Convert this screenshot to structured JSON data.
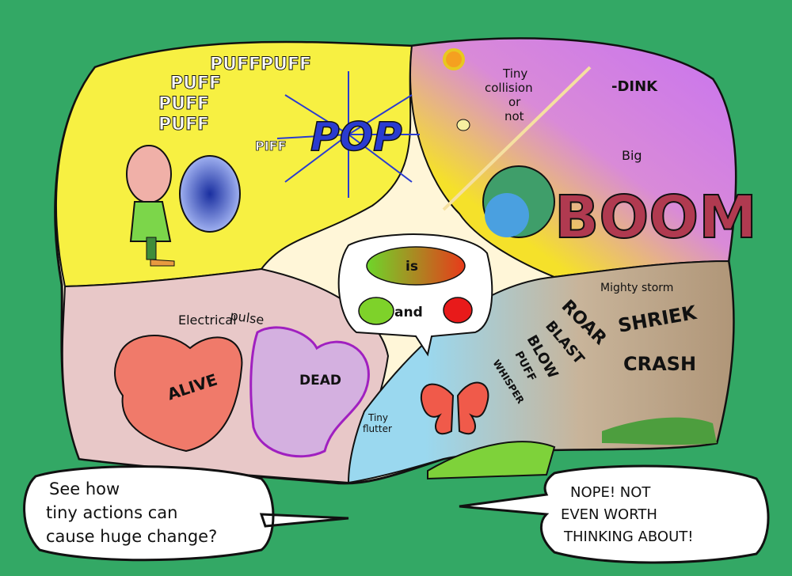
{
  "balloon": {
    "puff_top": "PUFFPUFF",
    "puffs": [
      "PUFF",
      "PUFF",
      "PUFF"
    ],
    "piff": "PIFF",
    "pop": "POP"
  },
  "space": {
    "collision_label": [
      "Tiny",
      "collision",
      "or",
      "not"
    ],
    "dink": "-DINK",
    "big": "Big",
    "boom": "BOOM"
  },
  "center": {
    "is": "is",
    "and": "and"
  },
  "life": {
    "pulse_label": [
      "Electrical",
      "pulse"
    ],
    "alive": "ALIVE",
    "dead": "DEAD"
  },
  "storm": {
    "mighty_storm": "Mighty storm",
    "words": [
      "SHRIEK",
      "ROAR",
      "BLAST",
      "BLOW",
      "PUFF",
      "WHISPER"
    ],
    "crash": "CRASH",
    "flutter_label": [
      "Tiny",
      "flutter"
    ]
  },
  "bubbles": {
    "left": [
      "See how",
      "tiny actions can",
      "cause huge change?"
    ],
    "right": [
      "NOPE! NOT",
      "EVEN WORTH",
      "THINKING ABOUT!"
    ]
  },
  "colors": {
    "background": "#33a865",
    "yellow": "#f7f042",
    "purple": "#c873f0",
    "pink": "#e8c8c8",
    "sky": "#9ad8ef"
  }
}
